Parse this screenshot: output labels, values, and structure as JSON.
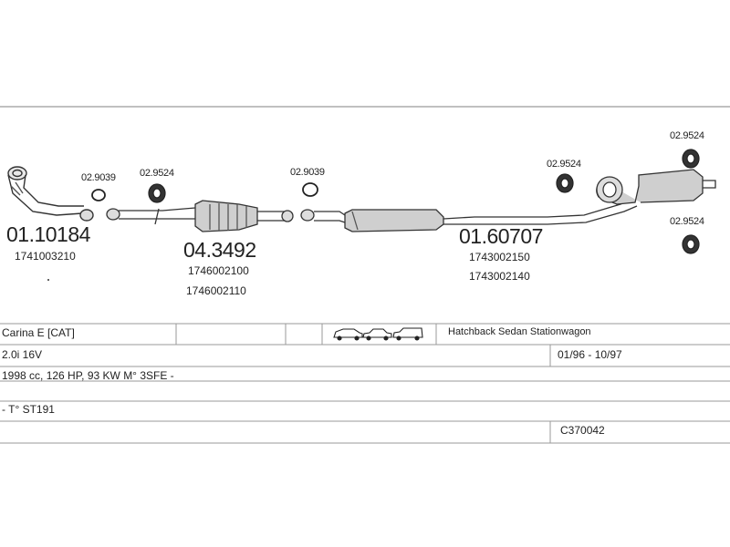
{
  "parts": [
    {
      "label": "01.10184",
      "numbers": [
        "1741003210"
      ]
    },
    {
      "label": "04.3492",
      "numbers": [
        "1746002100",
        "1746002110"
      ]
    },
    {
      "label": "01.60707",
      "numbers": [
        "1743002150",
        "1743002140"
      ]
    }
  ],
  "accessories": [
    "02.9039",
    "02.9524",
    "02.9039",
    "02.9524",
    "02.9524",
    "02.9524"
  ],
  "table": {
    "model": "Carina E [CAT]",
    "body_types": "Hatchback Sedan Stationwagon",
    "engine": "2.0i 16V",
    "period": "01/96 - 10/97",
    "specs": "1998 cc, 126 HP, 93 KW M° 3SFE -",
    "type": "- T° ST191",
    "code": "C370042"
  },
  "icons": [
    "hatchback-car-icon",
    "sedan-car-icon",
    "stationwagon-car-icon"
  ]
}
